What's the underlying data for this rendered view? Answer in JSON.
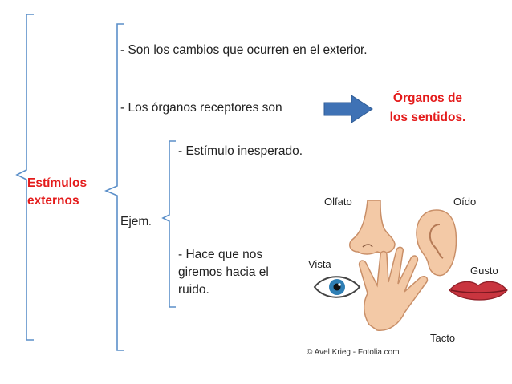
{
  "main_topic": {
    "line1": "Estímulos",
    "line2": "externos"
  },
  "points": {
    "definition": "- Son los cambios que ocurren en el exterior.",
    "receptors": "- Los órganos receptores son",
    "example_label": "Ejem",
    "example_dot": ".",
    "example1": "- Estímulo inesperado.",
    "example2_line1": "- Hace que nos",
    "example2_line2": "giremos hacia el",
    "example2_line3": "ruido."
  },
  "callout": {
    "line1": "Órganos de",
    "line2": "los sentidos."
  },
  "illustration": {
    "labels": {
      "olfato": "Olfato",
      "oido": "Oído",
      "vista": "Vista",
      "gusto": "Gusto",
      "tacto": "Tacto"
    },
    "credit": "© Avel Krieg - Fotolia.com"
  },
  "colors": {
    "accent_red": "#e41b1b",
    "bracket_blue": "#5b8fc9",
    "arrow_blue": "#3f72b5"
  }
}
